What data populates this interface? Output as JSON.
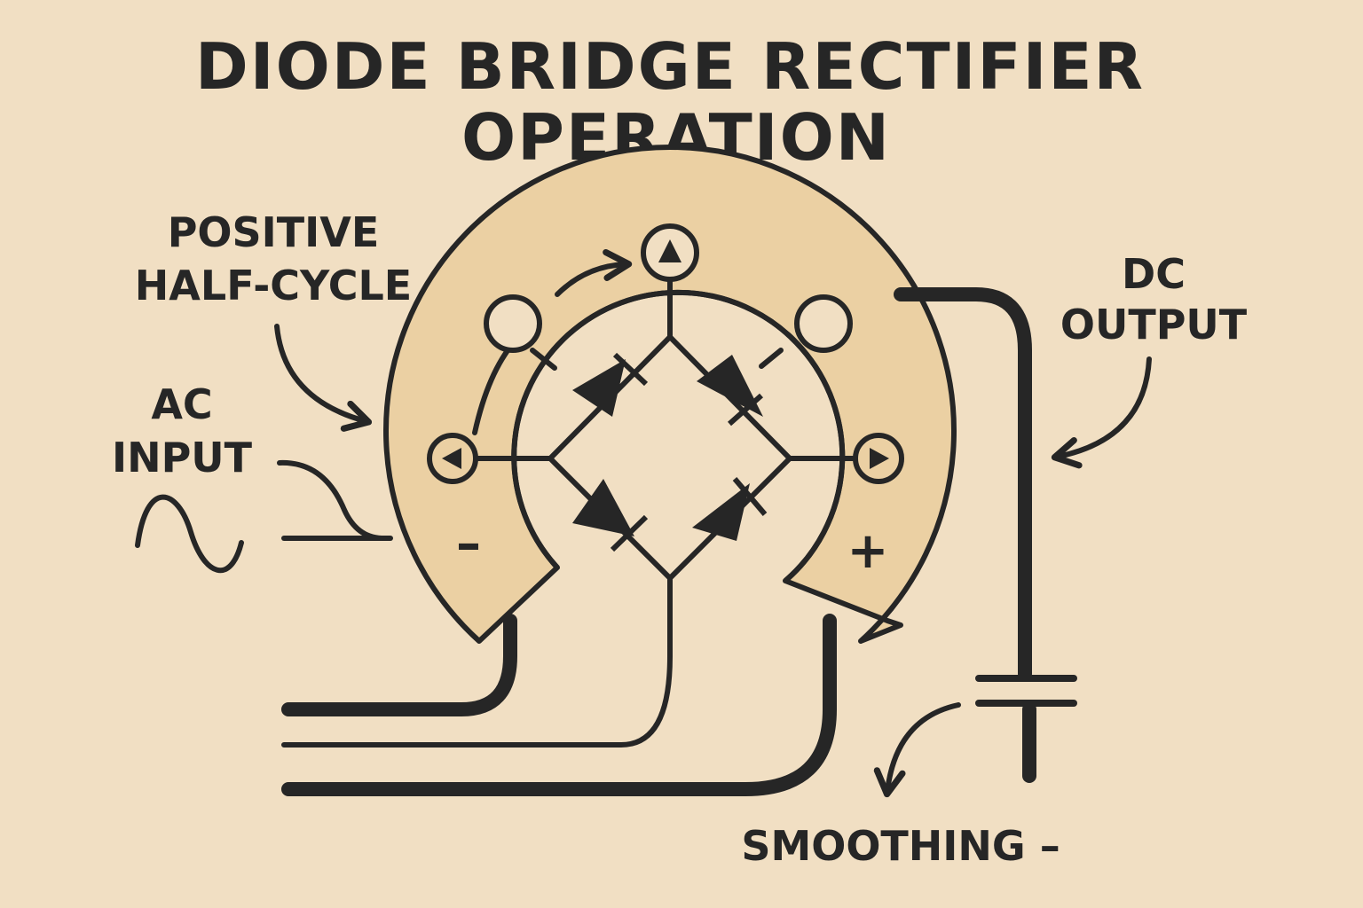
{
  "title": {
    "line1": "DIODE BRIDGE RECTIFIER",
    "line2": "OPERATION"
  },
  "labels": {
    "positive_half_cycle": [
      "POSITIVE",
      "HALF-CYCLE"
    ],
    "ac_input": [
      "AC",
      "INPUT"
    ],
    "dc_output": [
      "DC",
      "OUTPUT"
    ],
    "smoothing": "SMOOTHING –"
  },
  "polarity": {
    "negative": "–",
    "positive": "+"
  },
  "colors": {
    "background": "#f1dfc3",
    "ring_fill": "#ebd0a3",
    "ink": "#262626"
  },
  "icons": {
    "ac_wave": "sine-wave-icon",
    "diode": "diode-icon",
    "capacitor": "capacitor-icon",
    "arrow": "curved-arrow-icon"
  }
}
